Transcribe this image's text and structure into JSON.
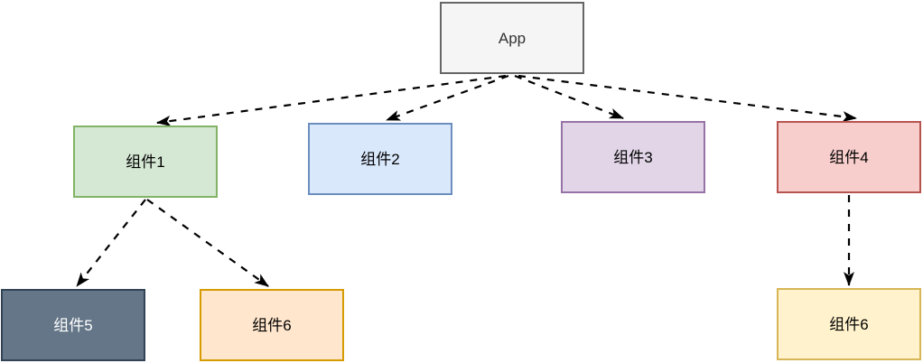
{
  "diagram": {
    "type": "tree",
    "background": "#ffffff",
    "edge_color": "#000000",
    "edge_style": "dashed-arrow",
    "nodes": [
      {
        "id": "app",
        "label": "App",
        "fill": "#f5f5f5",
        "stroke": "#666666",
        "text_color": "#333333"
      },
      {
        "id": "c1",
        "label": "组件1",
        "fill": "#d5e8d4",
        "stroke": "#82b366",
        "text_color": "#000000"
      },
      {
        "id": "c2",
        "label": "组件2",
        "fill": "#dae8fc",
        "stroke": "#6c8ebf",
        "text_color": "#000000"
      },
      {
        "id": "c3",
        "label": "组件3",
        "fill": "#e1d5e7",
        "stroke": "#9673a6",
        "text_color": "#000000"
      },
      {
        "id": "c4",
        "label": "组件4",
        "fill": "#f8cecc",
        "stroke": "#b85450",
        "text_color": "#000000"
      },
      {
        "id": "c5",
        "label": "组件5",
        "fill": "#647687",
        "stroke": "#314354",
        "text_color": "#ffffff"
      },
      {
        "id": "c6a",
        "label": "组件6",
        "fill": "#ffe6cc",
        "stroke": "#d79b00",
        "text_color": "#000000"
      },
      {
        "id": "c6b",
        "label": "组件6",
        "fill": "#fff2cc",
        "stroke": "#d6b656",
        "text_color": "#000000"
      }
    ],
    "edges": [
      {
        "from": "App",
        "to": "组件1",
        "style": "dashed-arrow"
      },
      {
        "from": "App",
        "to": "组件2",
        "style": "dashed-arrow"
      },
      {
        "from": "App",
        "to": "组件3",
        "style": "dashed-arrow"
      },
      {
        "from": "App",
        "to": "组件4",
        "style": "dashed-arrow"
      },
      {
        "from": "组件1",
        "to": "组件5",
        "style": "dashed-arrow"
      },
      {
        "from": "组件1",
        "to": "组件6",
        "style": "dashed-arrow"
      },
      {
        "from": "组件4",
        "to": "组件6",
        "style": "dashed-arrow"
      }
    ]
  }
}
